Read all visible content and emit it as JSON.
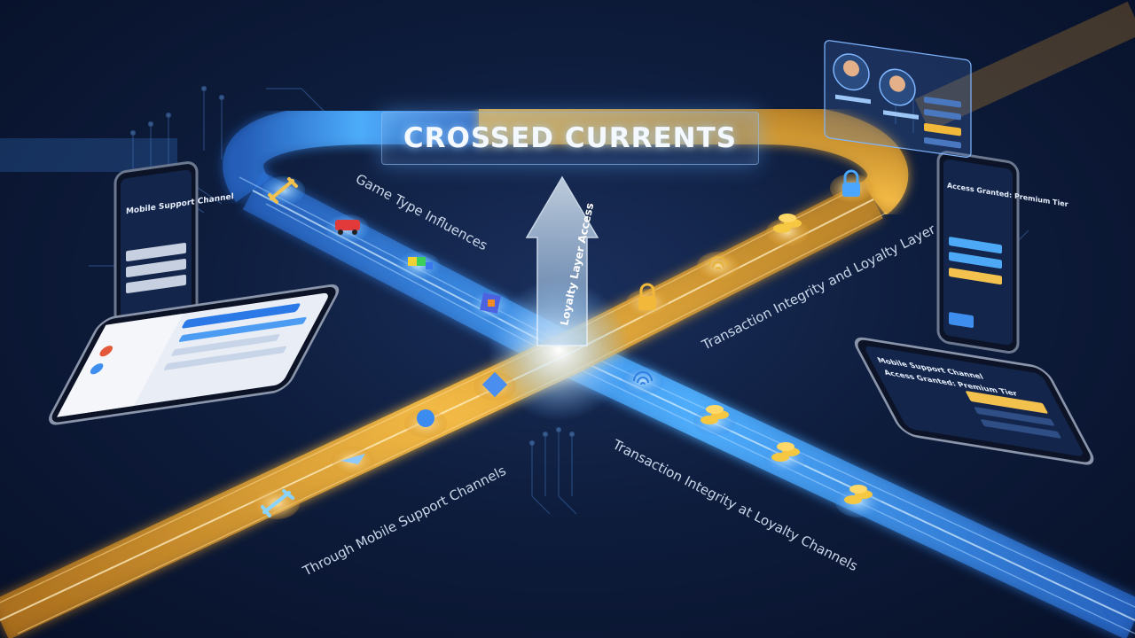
{
  "title": "CROSSED CURRENTS",
  "path_labels": {
    "game_type": "Game Type Influences",
    "loyalty_access": "Loyalty Layer Access",
    "transaction_loyalty_layer": "Transaction Integrity and Loyalty Layer",
    "mobile_support": "Through Mobile Support Channels",
    "transaction_loyalty_channels": "Transaction Integrity at Loyalty Channels"
  },
  "phones": {
    "left_tall": {
      "title": "Mobile Support Channel"
    },
    "right_tall": {
      "title": "Access Granted: Premium Tier"
    },
    "right_flat": {
      "title_line1": "Mobile Support Channel",
      "title_line2": "Access Granted: Premium Tier"
    }
  },
  "icons": {
    "blue_path": [
      "sword-icon",
      "car-icon",
      "blocks-icon",
      "cube-icon"
    ],
    "gold_path_upper": [
      "padlock-icon",
      "fingerprint-icon",
      "coins-icon",
      "padlock-icon"
    ],
    "gold_path_lower": [
      "sword-icon",
      "plane-icon",
      "blocks-icon",
      "cube-icon"
    ],
    "blue_path_lower": [
      "fingerprint-icon",
      "coins-icon",
      "coins-icon",
      "coins-icon"
    ]
  },
  "colors": {
    "blue_current": "#3fa3ff",
    "gold_current": "#f2b33a",
    "background": "#0e1d3d",
    "accent_light": "#e8f4ff"
  }
}
